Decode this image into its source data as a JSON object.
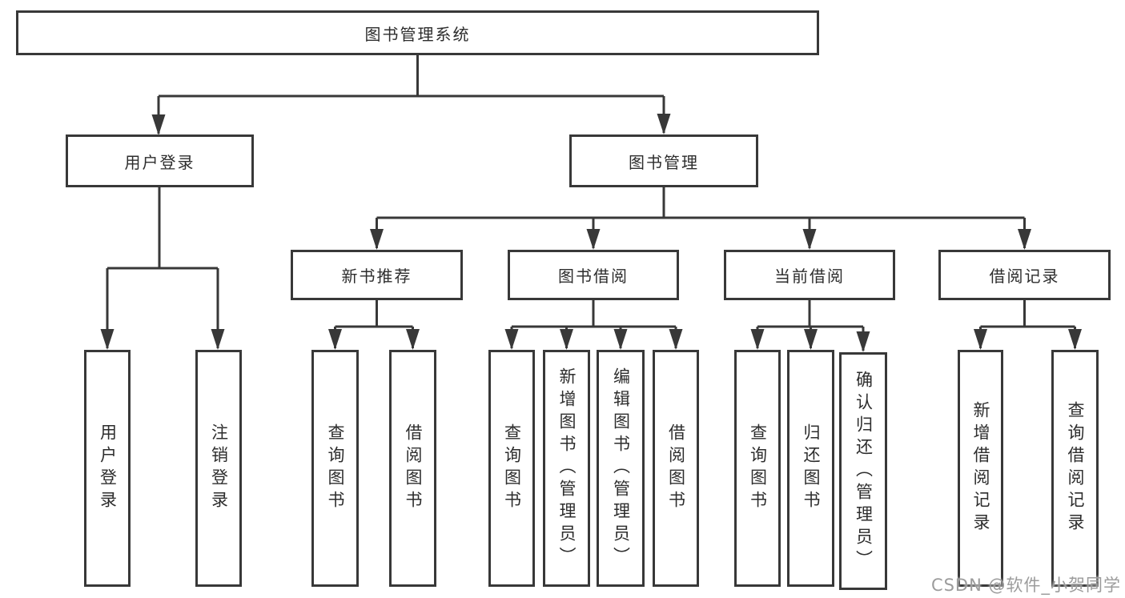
{
  "diagram": {
    "root": {
      "label": "图书管理系统",
      "children": [
        {
          "label": "用户登录",
          "children": [
            {
              "label": "用户登录"
            },
            {
              "label": "注销登录"
            }
          ]
        },
        {
          "label": "图书管理",
          "children": [
            {
              "label": "新书推荐",
              "children": [
                {
                  "label": "查询图书"
                },
                {
                  "label": "借阅图书"
                }
              ]
            },
            {
              "label": "图书借阅",
              "children": [
                {
                  "label": "查询图书"
                },
                {
                  "label": "新增图书（管理员）"
                },
                {
                  "label": "编辑图书（管理员）"
                },
                {
                  "label": "借阅图书"
                }
              ]
            },
            {
              "label": "当前借阅",
              "children": [
                {
                  "label": "查询图书"
                },
                {
                  "label": "归还图书"
                },
                {
                  "label": "确认归还（管理员）"
                }
              ]
            },
            {
              "label": "借阅记录",
              "children": [
                {
                  "label": "新增借阅记录"
                },
                {
                  "label": "查询借阅记录"
                }
              ]
            }
          ]
        }
      ]
    },
    "colors": {
      "line": "#383838",
      "text": "#2d2d2d",
      "box_background": "#ffffff",
      "watermark": "#9c9c9c",
      "page_background": "#ffffff"
    }
  },
  "watermark": {
    "text": "CSDN @软件_小贺同学"
  }
}
